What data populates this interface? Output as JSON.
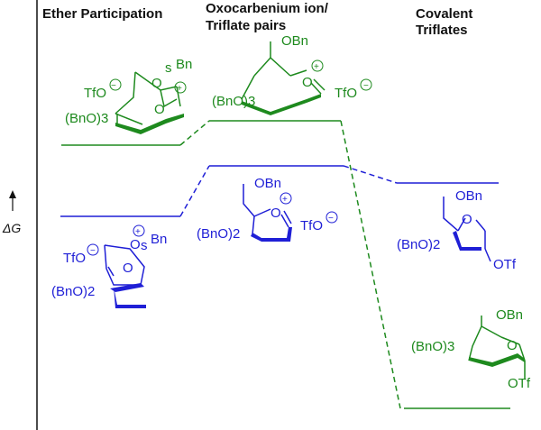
{
  "headers": {
    "col1": "Ether Participation",
    "col2_line1": "Oxocarbenium ion/",
    "col2_line2": "Triflate pairs",
    "col3_line1": "Covalent",
    "col3_line2": "Triflates"
  },
  "axis": {
    "label": "ΔG"
  },
  "colors": {
    "green": "#1e8a1e",
    "blue": "#1f1fd6",
    "axis": "#111111"
  },
  "structures": {
    "green_ether": {
      "counter_ion": "TfO",
      "substituent": "(BnO)3",
      "group": "Bn"
    },
    "green_oxocarbenium": {
      "counter_ion": "TfO",
      "substituent": "(BnO)3",
      "group": "OBn"
    },
    "green_covalent": {
      "substituent": "(BnO)3",
      "group": "OBn",
      "leaving_group": "OTf"
    },
    "blue_ether": {
      "counter_ion": "TfO",
      "substituent": "(BnO)2",
      "group": "Bn"
    },
    "blue_oxocarbenium": {
      "counter_ion": "TfO",
      "substituent": "(BnO)2",
      "group": "OBn"
    },
    "blue_covalent": {
      "substituent": "(BnO)2",
      "group": "OBn",
      "leaving_group": "OTf"
    }
  }
}
